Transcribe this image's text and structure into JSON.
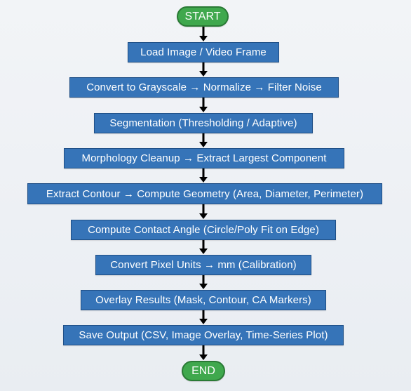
{
  "colors": {
    "process_fill": "#3674b8",
    "process_border": "#1f4f86",
    "terminal_fill": "#3fa84d",
    "terminal_border": "#2a7a35",
    "connector": "#000000",
    "text": "#ffffff"
  },
  "nodes": [
    {
      "id": "start",
      "shape": "terminal",
      "label": "START"
    },
    {
      "id": "load",
      "shape": "process",
      "label": "Load Image / Video Frame"
    },
    {
      "id": "grayscale",
      "shape": "process",
      "label": "Convert to Grayscale → Normalize → Filter Noise"
    },
    {
      "id": "segmentation",
      "shape": "process",
      "label": "Segmentation (Thresholding / Adaptive)"
    },
    {
      "id": "morphology",
      "shape": "process",
      "label": "Morphology Cleanup → Extract Largest Component"
    },
    {
      "id": "contour",
      "shape": "process",
      "label": "Extract Contour → Compute Geometry (Area, Diameter, Perimeter)"
    },
    {
      "id": "contact-angle",
      "shape": "process",
      "label": "Compute Contact Angle (Circle/Poly Fit on Edge)"
    },
    {
      "id": "convert-units",
      "shape": "process",
      "label": "Convert Pixel Units → mm (Calibration)"
    },
    {
      "id": "overlay",
      "shape": "process",
      "label": "Overlay Results (Mask, Contour, CA Markers)"
    },
    {
      "id": "save",
      "shape": "process",
      "label": "Save Output (CSV, Image Overlay, Time-Series Plot)"
    },
    {
      "id": "end",
      "shape": "terminal",
      "label": "END"
    }
  ],
  "edges": [
    {
      "from": "start",
      "to": "load"
    },
    {
      "from": "load",
      "to": "grayscale"
    },
    {
      "from": "grayscale",
      "to": "segmentation"
    },
    {
      "from": "segmentation",
      "to": "morphology"
    },
    {
      "from": "morphology",
      "to": "contour"
    },
    {
      "from": "contour",
      "to": "contact-angle"
    },
    {
      "from": "contact-angle",
      "to": "convert-units"
    },
    {
      "from": "convert-units",
      "to": "overlay"
    },
    {
      "from": "overlay",
      "to": "save"
    },
    {
      "from": "save",
      "to": "end"
    }
  ]
}
